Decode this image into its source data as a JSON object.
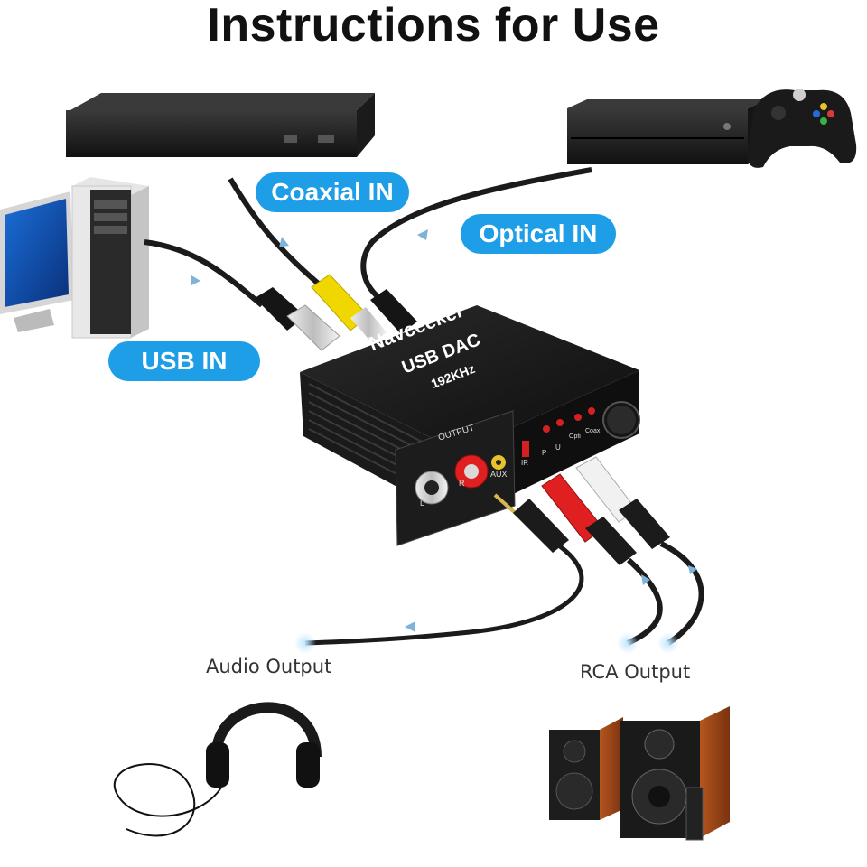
{
  "title": "Instructions for Use",
  "labels": {
    "coaxial_in": "Coaxial IN",
    "optical_in": "Optical IN",
    "usb_in": "USB IN",
    "audio_output": "Audio Output",
    "rca_output": "RCA Output"
  },
  "device": {
    "brand": "Navceeker",
    "model": "USB DAC",
    "rate": "192KHz",
    "output_label": "OUTPUT",
    "aux_label": "AUX",
    "ports": [
      "L",
      "R"
    ],
    "leds": [
      "IR",
      "P",
      "U",
      "Opti",
      "Coax"
    ]
  },
  "colors": {
    "pill": "#1e9ee6",
    "device_body": "#222222",
    "rca_red": "#e02020",
    "rca_yellow": "#f1d700"
  },
  "icons": {
    "arrows": "arrow-icon",
    "devices": [
      "blu-ray-player-icon",
      "game-console-icon",
      "game-controller-icon",
      "computer-tower-icon",
      "monitor-icon",
      "headphones-icon",
      "speakers-icon"
    ]
  }
}
